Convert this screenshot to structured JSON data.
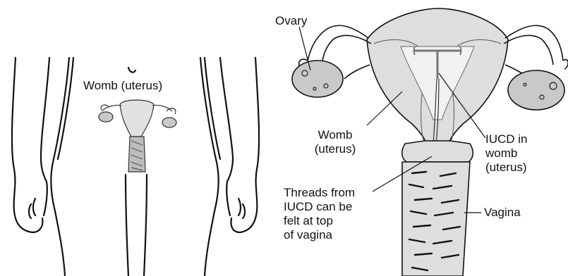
{
  "left_figure": {
    "label": "Womb (uterus)"
  },
  "right_figure": {
    "ovary": "Ovary",
    "womb": [
      "Womb",
      "(uterus)"
    ],
    "iucd": [
      "IUCD in",
      "womb",
      "(uterus)"
    ],
    "threads": [
      "Threads from",
      "IUCD can be",
      "felt at top",
      "of vagina"
    ],
    "vagina": "Vagina"
  },
  "colors": {
    "line": "#111111",
    "organ_fill": "#dedede",
    "ovary_fill": "#c9c9c9"
  }
}
